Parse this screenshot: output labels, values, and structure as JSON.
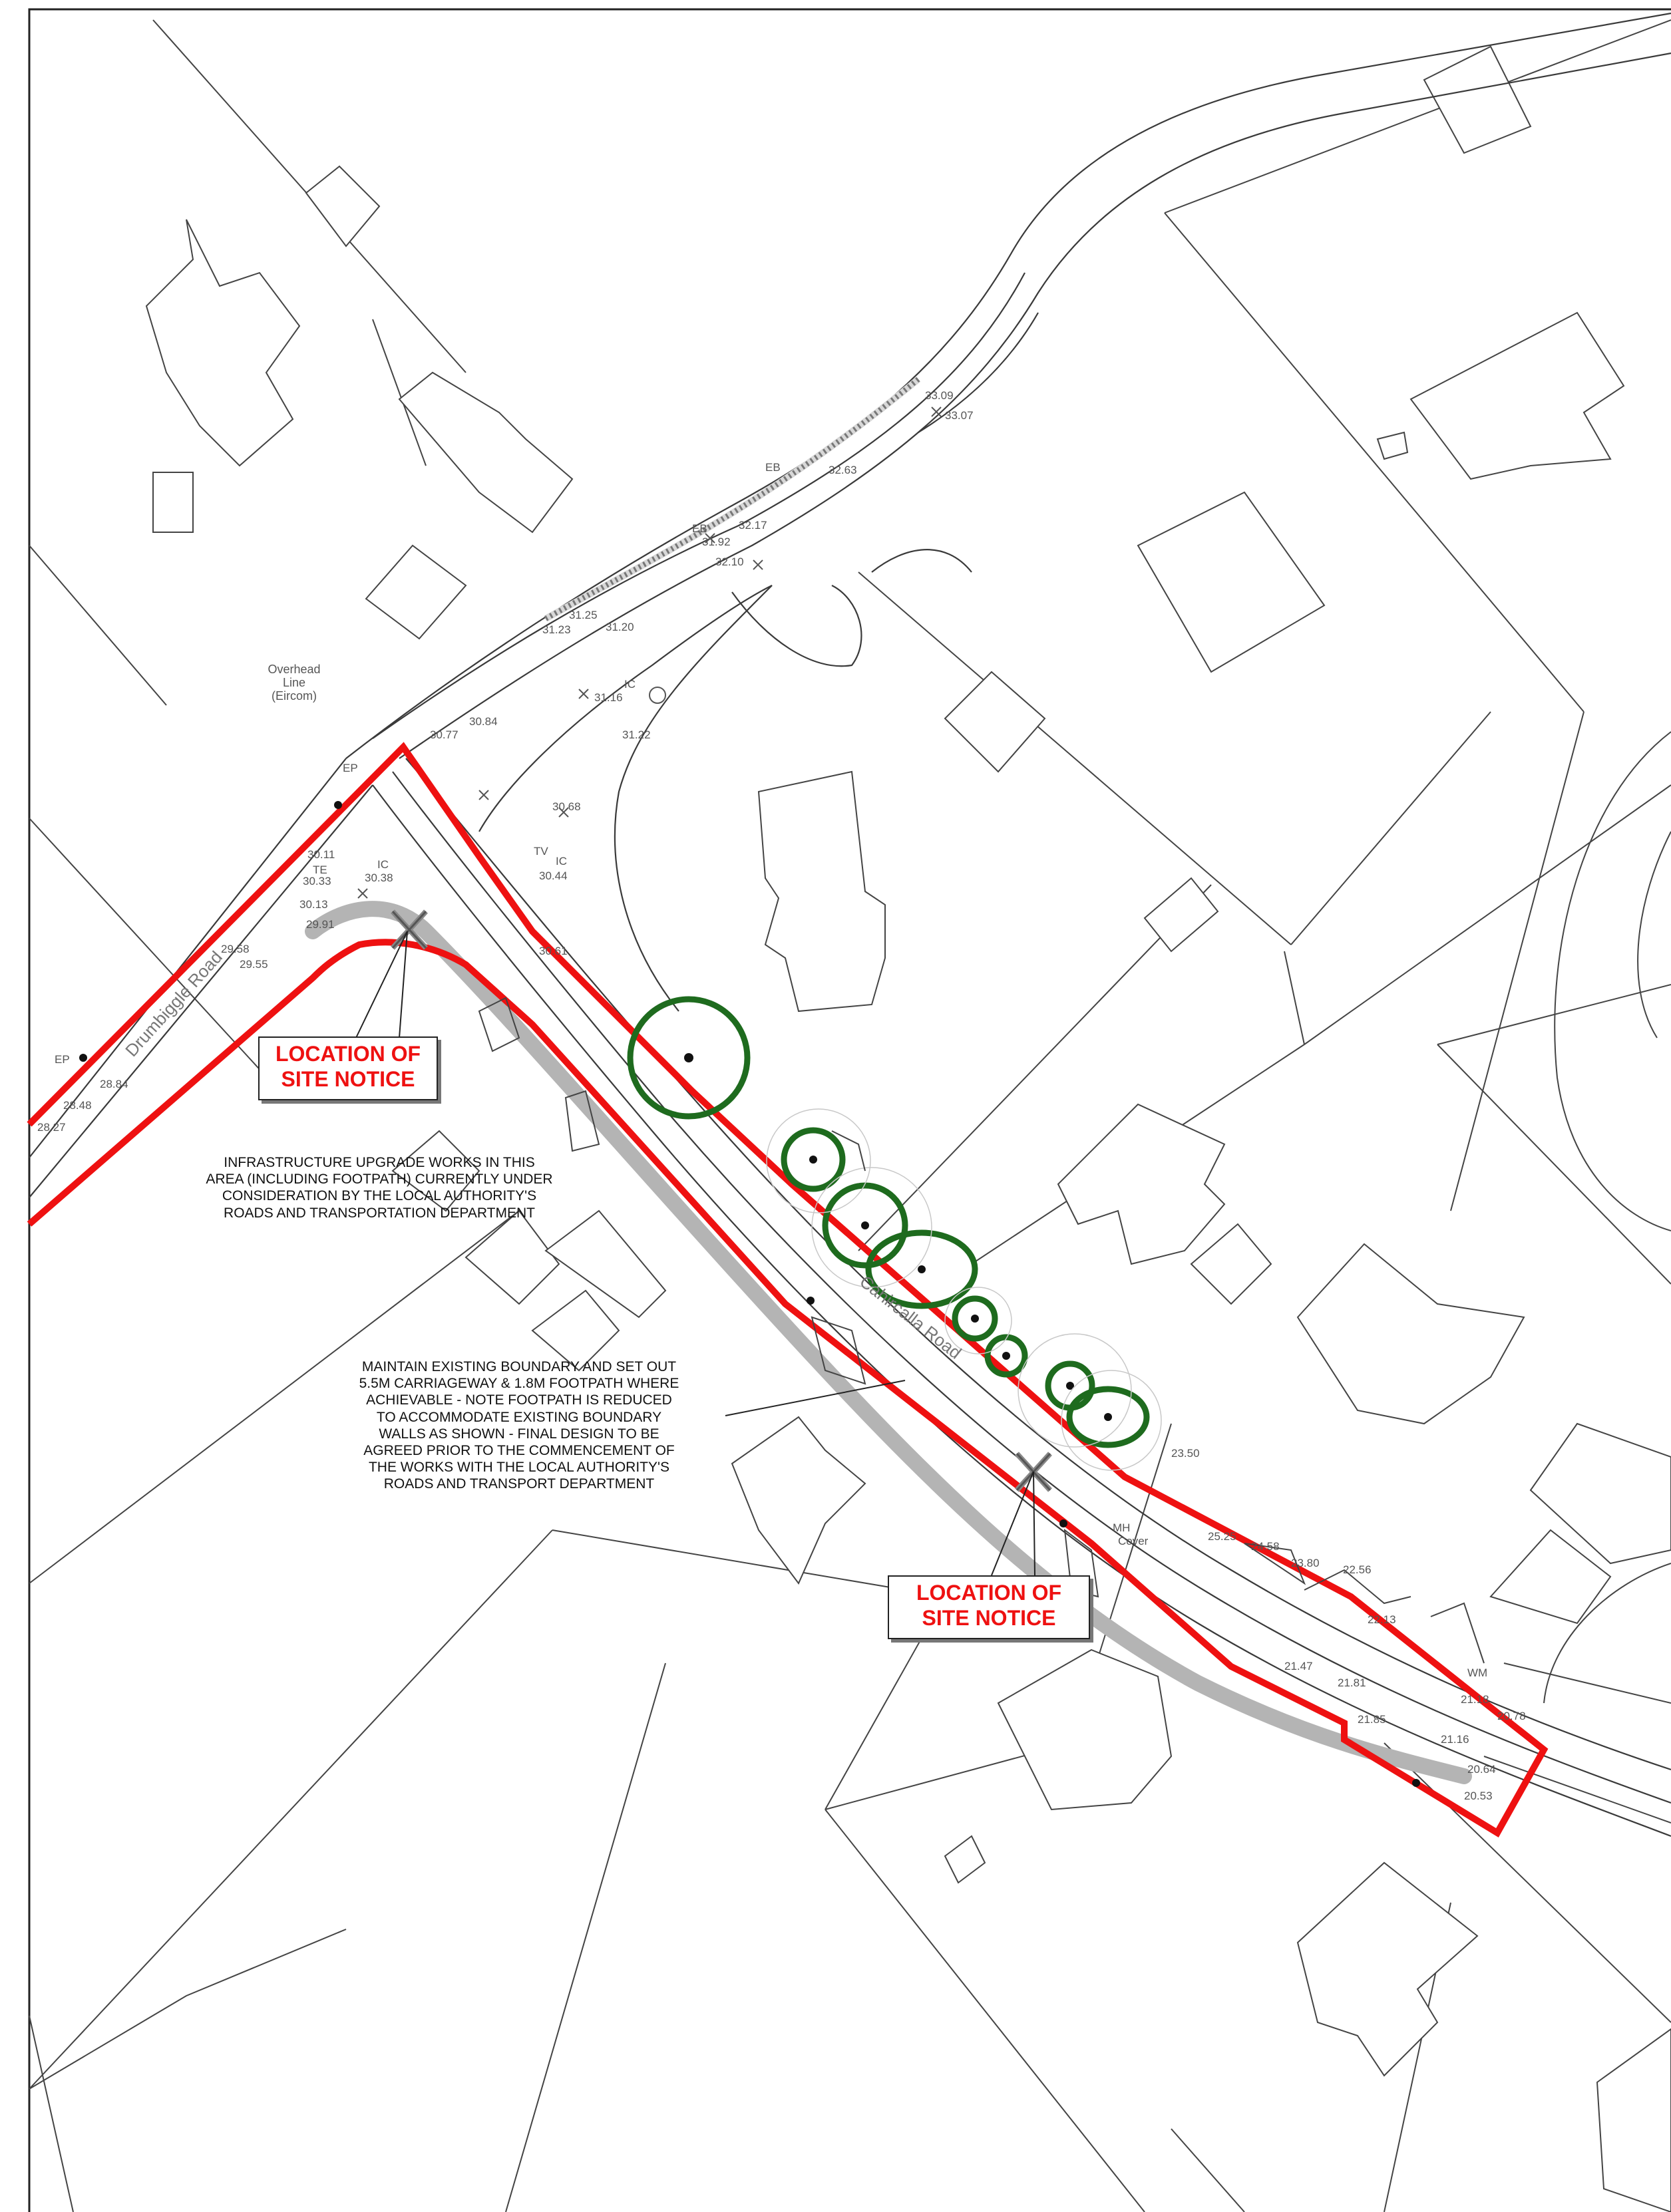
{
  "site_notice_label": {
    "line1": "LOCATION OF",
    "line2": "SITE NOTICE"
  },
  "road_names": {
    "road1": "Drumbiggle Road",
    "road2": "Cahircalla Road"
  },
  "overhead_line": {
    "line1": "Overhead",
    "line2": "Line",
    "line3": "(Eircom)"
  },
  "note_infrastructure": [
    "INFRASTRUCTURE UPGRADE WORKS IN THIS",
    "AREA (INCLUDING FOOTPATH) CURRENTLY UNDER",
    "CONSIDERATION BY THE LOCAL AUTHORITY'S",
    "ROADS AND TRANSPORTATION DEPARTMENT"
  ],
  "note_boundary": [
    "MAINTAIN EXISTING BOUNDARY AND SET OUT",
    "5.5M CARRIAGEWAY & 1.8M FOOTPATH WHERE",
    "ACHIEVABLE - NOTE FOOTPATH IS REDUCED",
    "TO ACCOMMODATE EXISTING BOUNDARY",
    "WALLS AS SHOWN - FINAL DESIGN TO BE",
    "AGREED PRIOR TO THE COMMENCEMENT OF",
    "THE WORKS WITH THE LOCAL AUTHORITY'S",
    "ROADS AND TRANSPORT DEPARTMENT"
  ],
  "survey_labels": {
    "eb1": "EB",
    "eb2": "EB",
    "ep1": "EP",
    "ep2": "EP",
    "ic1": "IC",
    "ic2": "IC",
    "ic3": "IC",
    "te": "TE",
    "tv": "TV",
    "mh": "MH",
    "cover": "Cover",
    "wm": "WM"
  },
  "levels": {
    "l3309": "33.09",
    "l3307": "33.07",
    "l3263": "32.63",
    "l3217": "32.17",
    "l3192": "31.92",
    "l3210": "32.10",
    "l3125": "31.25",
    "l3123": "31.23",
    "l3120": "31.20",
    "l3116": "31.16",
    "l3122": "31.22",
    "l3084": "30.84",
    "l3077": "30.77",
    "l3068": "30.68",
    "l3044": "30.44",
    "l3011": "30.11",
    "l3033": "30.33",
    "l3038": "30.38",
    "l3013": "30.13",
    "l2958": "29.58",
    "l2955": "29.55",
    "l2884": "28.84",
    "l2848": "28.48",
    "l2827": "28.27",
    "l2991": "29.91",
    "l3061": "30.61",
    "l2525": "25.25",
    "l2458": "24.58",
    "l2380": "23.80",
    "l2256": "22.56",
    "l2213": "22.13",
    "l2181": "21.81",
    "l2147": "21.47",
    "l2185": "21.85",
    "l2118": "21.18",
    "l2116": "21.16",
    "l2064": "20.64",
    "l2053": "20.53",
    "l2078": "20.78",
    "l2350": "23.50"
  },
  "colors": {
    "boundary": "#ee1111",
    "tree": "#1e6b1e",
    "line": "#4a4a4a",
    "footpath": "#b4b4b4"
  },
  "icons": [
    "site-notice-marker-icon",
    "tree-icon",
    "cross-marker-icon"
  ]
}
